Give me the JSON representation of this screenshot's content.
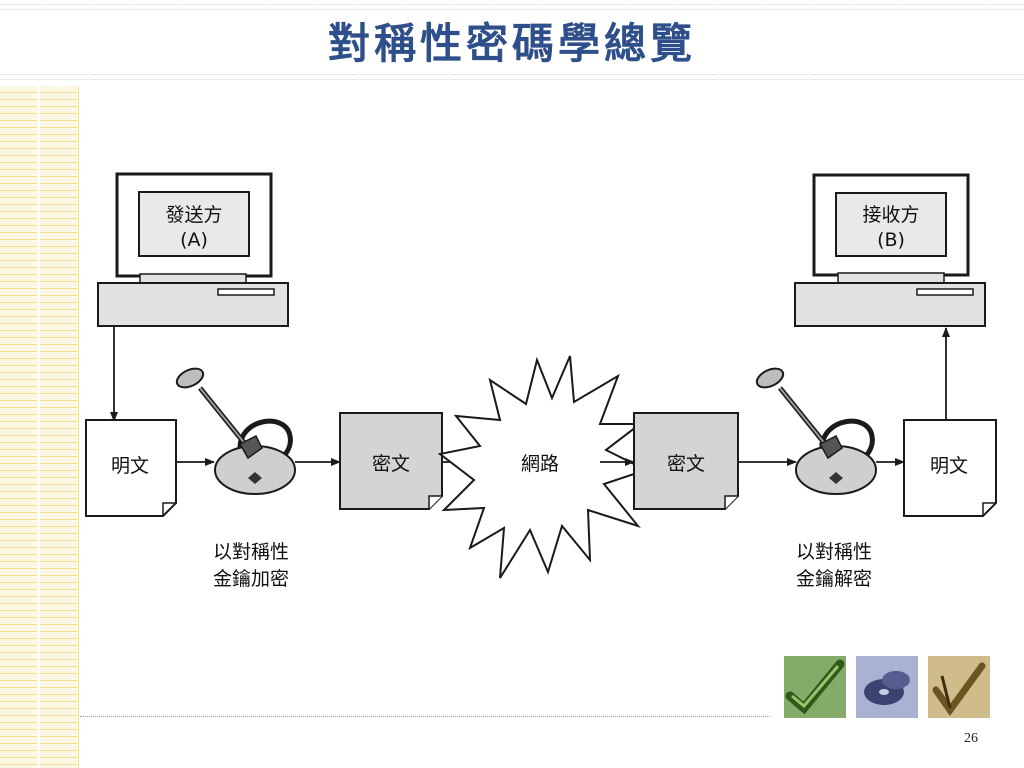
{
  "title": "對稱性密碼學總覽",
  "diagram": {
    "sender_line1": "發送方",
    "sender_line2": "(A)",
    "receiver_line1": "接收方",
    "receiver_line2": "(B)",
    "plaintext_left": "明文",
    "ciphertext_left": "密文",
    "network": "網路",
    "ciphertext_right": "密文",
    "plaintext_right": "明文",
    "encrypt_line1": "以對稱性",
    "encrypt_line2": "金鑰加密",
    "decrypt_line1": "以對稱性",
    "decrypt_line2": "金鑰解密"
  },
  "footer": {
    "page_number": "26"
  },
  "colors": {
    "title": "#2f4f8a",
    "doc_gray": "#d4d4d4",
    "line": "#1a1a1a"
  }
}
